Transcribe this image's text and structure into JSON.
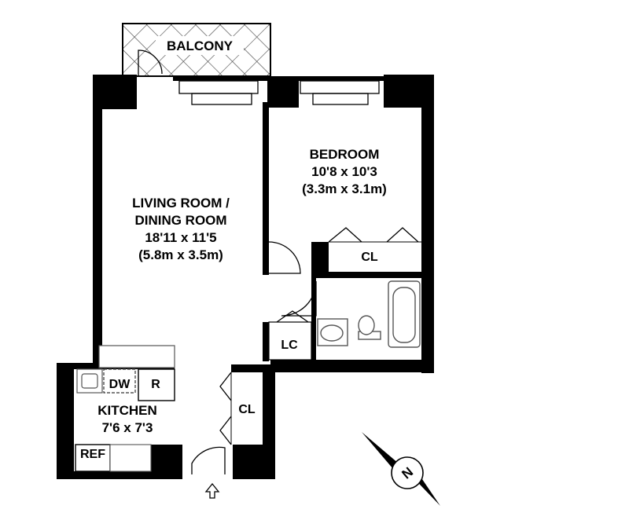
{
  "rooms": {
    "balcony": {
      "name": "BALCONY"
    },
    "living": {
      "name_line1": "LIVING ROOM /",
      "name_line2": "DINING ROOM",
      "dim_imperial": "18'11 x 11'5",
      "dim_metric": "(5.8m x 3.5m)"
    },
    "bedroom": {
      "name": "BEDROOM",
      "dim_imperial": "10'8 x 10'3",
      "dim_metric": "(3.3m x 3.1m)"
    },
    "kitchen": {
      "name": "KITCHEN",
      "dim_imperial": "7'6 x 7'3"
    },
    "closets": {
      "bedroom_closet": "CL",
      "linen_closet": "LC",
      "entry_closet": "CL"
    },
    "appliances": {
      "dishwasher": "DW",
      "range": "R",
      "refrigerator": "REF"
    }
  },
  "compass": {
    "label": "N"
  },
  "colors": {
    "wall": "#000000",
    "fixture_stroke": "#555555",
    "background": "#ffffff"
  },
  "icons": {
    "entry": "arrow-up-icon",
    "compass": "compass-north-icon"
  }
}
